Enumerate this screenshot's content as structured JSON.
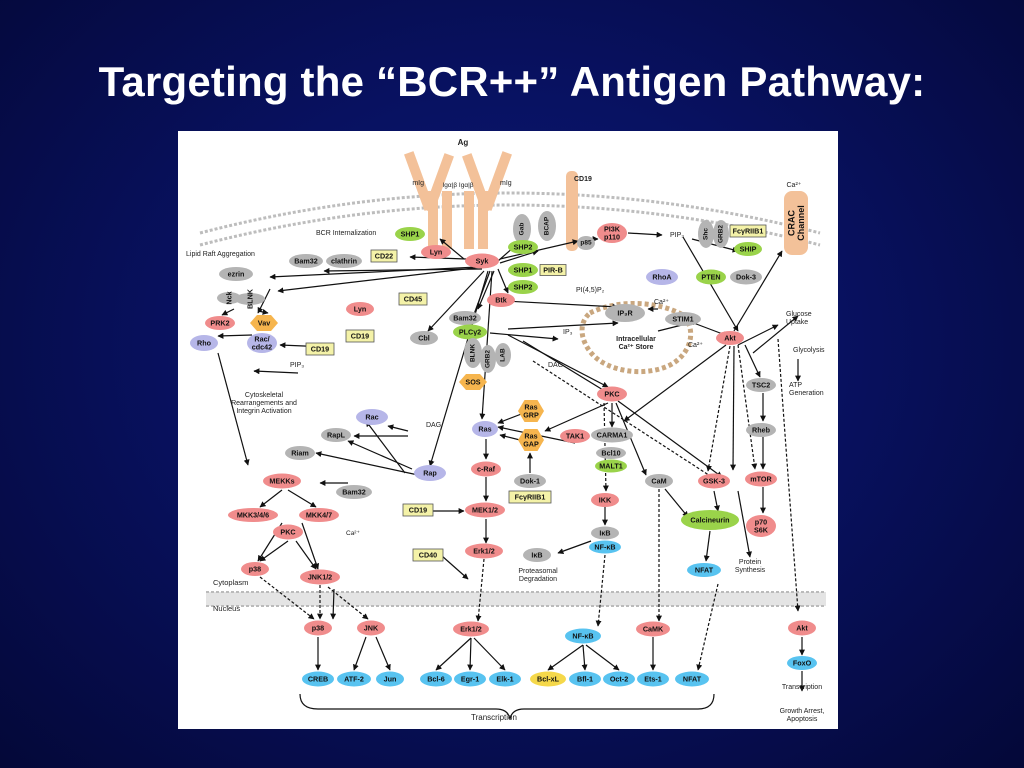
{
  "slide": {
    "title": "Targeting the “BCR++” Antigen Pathway:"
  },
  "colors": {
    "red": "#f08c8c",
    "gray": "#b4b4b4",
    "green": "#9ad34a",
    "purple": "#b6b6e8",
    "orange": "#f6b54e",
    "blue": "#58c3f0",
    "yellow": "#f4f2a8",
    "membrane": "#d7d7d7"
  },
  "labels": {
    "ag": "Ag",
    "mig1": "mIg",
    "mig2": "mIg",
    "igab": "Igα|β Igα|β",
    "cd19_top": "CD19",
    "ca_top": "Ca²⁺",
    "lipid": "Lipid Raft Aggregation",
    "bcr_int": "BCR Internalization",
    "pip3": "PIP₃",
    "pip3_low": "PIP₃",
    "pi45": "PI(4,5)P₂",
    "ip3": "IP₃",
    "dag1": "DAG",
    "dag2": "DAG",
    "ca_mid": "Ca²⁺",
    "ca_ip3r": "Ca²⁺",
    "ca_mkk": "Ca²⁺",
    "store": "Intracellular Ca²⁺ Store",
    "glucose": "Glucose Uptake",
    "glycolysis": "Glycolysis",
    "atp": "ATP Generation",
    "cytoskeletal": "Cytoskeletal Rearrangements and Integrin Activation",
    "proteasomal": "Proteasomal Degradation",
    "protein_syn": "Protein Synthesis",
    "cytoplasm": "Cytoplasm",
    "nucleus": "Nucleus",
    "transcription": "Transcription",
    "transcription2": "Transcription",
    "growth": "Growth Arrest, Apoptosis"
  },
  "nodes": {
    "shp1a": "SHP1",
    "lyn1": "Lyn",
    "syk": "Syk",
    "bam32a": "Bam32",
    "clathrin": "clathrin",
    "cd22": "CD22",
    "ezrin": "ezrin",
    "nck": "Nck",
    "blnk1": "BLNK",
    "prk2": "PRK2",
    "vav": "Vav",
    "rho": "Rho",
    "rac_cdc42": "Rac/ cdc42",
    "cd19a": "CD19",
    "lyn2": "Lyn",
    "cd19b": "CD19",
    "cd45": "CD45",
    "cbl": "Cbl",
    "gab": "Gab",
    "shp2a": "SHP2",
    "bcap": "BCAP",
    "p85": "p85",
    "pi3k": "PI3K p110",
    "shc": "Shc",
    "grb2a": "GRB2",
    "fcr1": "FcγRIIB1",
    "ship": "SHIP",
    "crac": "CRAC Channel",
    "shp1b": "SHP1",
    "pirb": "PIR-B",
    "shp2b": "SHP2",
    "btk": "Btk",
    "rhoa": "RhoA",
    "pten": "PTEN",
    "dok3": "Dok-3",
    "bam32b": "Bam32",
    "plc": "PLCγ2",
    "blnk2": "BLNK",
    "grb2b": "GRB2",
    "lab": "LAB",
    "sos": "SOS",
    "ip3r": "IP₃R",
    "stim1": "STIM1",
    "akt1": "Akt",
    "rac": "Rac",
    "rapl": "RapL",
    "riam": "Riam",
    "rap": "Rap",
    "rasgrp": "Ras GRP",
    "ras": "Ras",
    "rasgap": "Ras GAP",
    "pkc1": "PKC",
    "tak1": "TAK1",
    "carma1": "CARMA1",
    "bcl10": "Bcl10",
    "malt1": "MALT1",
    "tsc2": "TSC2",
    "rheb": "Rheb",
    "mtor": "mTOR",
    "p70": "p70 S6K",
    "mekks": "MEKKs",
    "bam32c": "Bam32",
    "mkk346": "MKK3/4/6",
    "mkk47": "MKK4/7",
    "pkc2": "PKC",
    "craf": "c-Raf",
    "dok1": "Dok-1",
    "fcr2": "FcγRIIB1",
    "cd19c": "CD19",
    "mek12": "MEK1/2",
    "cam": "CaM",
    "gsk3": "GSK-3",
    "ikk": "IKK",
    "calcineurin": "Calcineurin",
    "ikb1": "IκB",
    "nfkb1": "NF-κB",
    "ikb2": "IκB",
    "nfat1": "NFAT",
    "p38a": "p38",
    "jnk12": "JNK1/2",
    "cd40": "CD40",
    "erk12a": "Erk1/2",
    "p38b": "p38",
    "jnk": "JNK",
    "erk12b": "Erk1/2",
    "nfkb2": "NF-κB",
    "camk": "CaMK",
    "akt2": "Akt",
    "creb": "CREB",
    "atf2": "ATF-2",
    "jun": "Jun",
    "bcl6": "Bcl-6",
    "egr1": "Egr-1",
    "elk1": "Elk-1",
    "bclxl": "Bcl-xL",
    "bfl1": "Bfl-1",
    "oct2": "Oct-2",
    "ets1": "Ets-1",
    "nfat2": "NFAT",
    "foxo": "FoxO"
  }
}
